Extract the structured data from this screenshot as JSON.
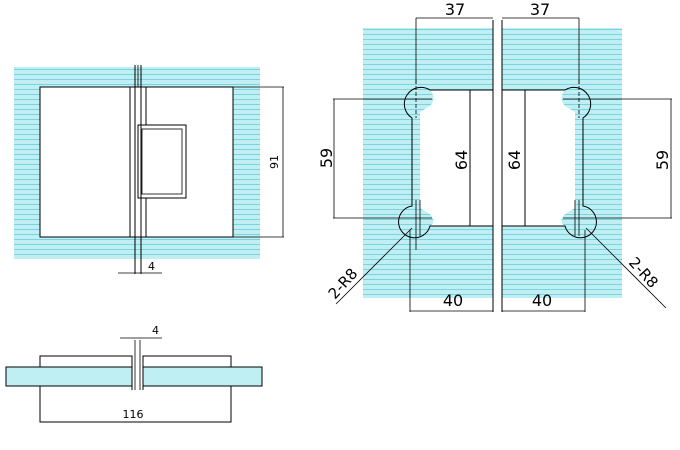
{
  "colors": {
    "glass": "#bfeef3",
    "hatch": "#7ad3de",
    "line": "#000000",
    "background": "#ffffff"
  },
  "front_view": {
    "width_dimension": "91",
    "gap_dimension": "4"
  },
  "bottom_view": {
    "gap_dimension": "4",
    "length_dimension": "116"
  },
  "cutout_view": {
    "left_top_width": "37",
    "right_top_width": "37",
    "left_outer_height": "59",
    "left_hole_spacing": "64",
    "right_hole_spacing": "64",
    "right_outer_height": "59",
    "left_radius": "2-R8",
    "right_radius": "2-R8",
    "left_bottom_width": "40",
    "right_bottom_width": "40"
  }
}
